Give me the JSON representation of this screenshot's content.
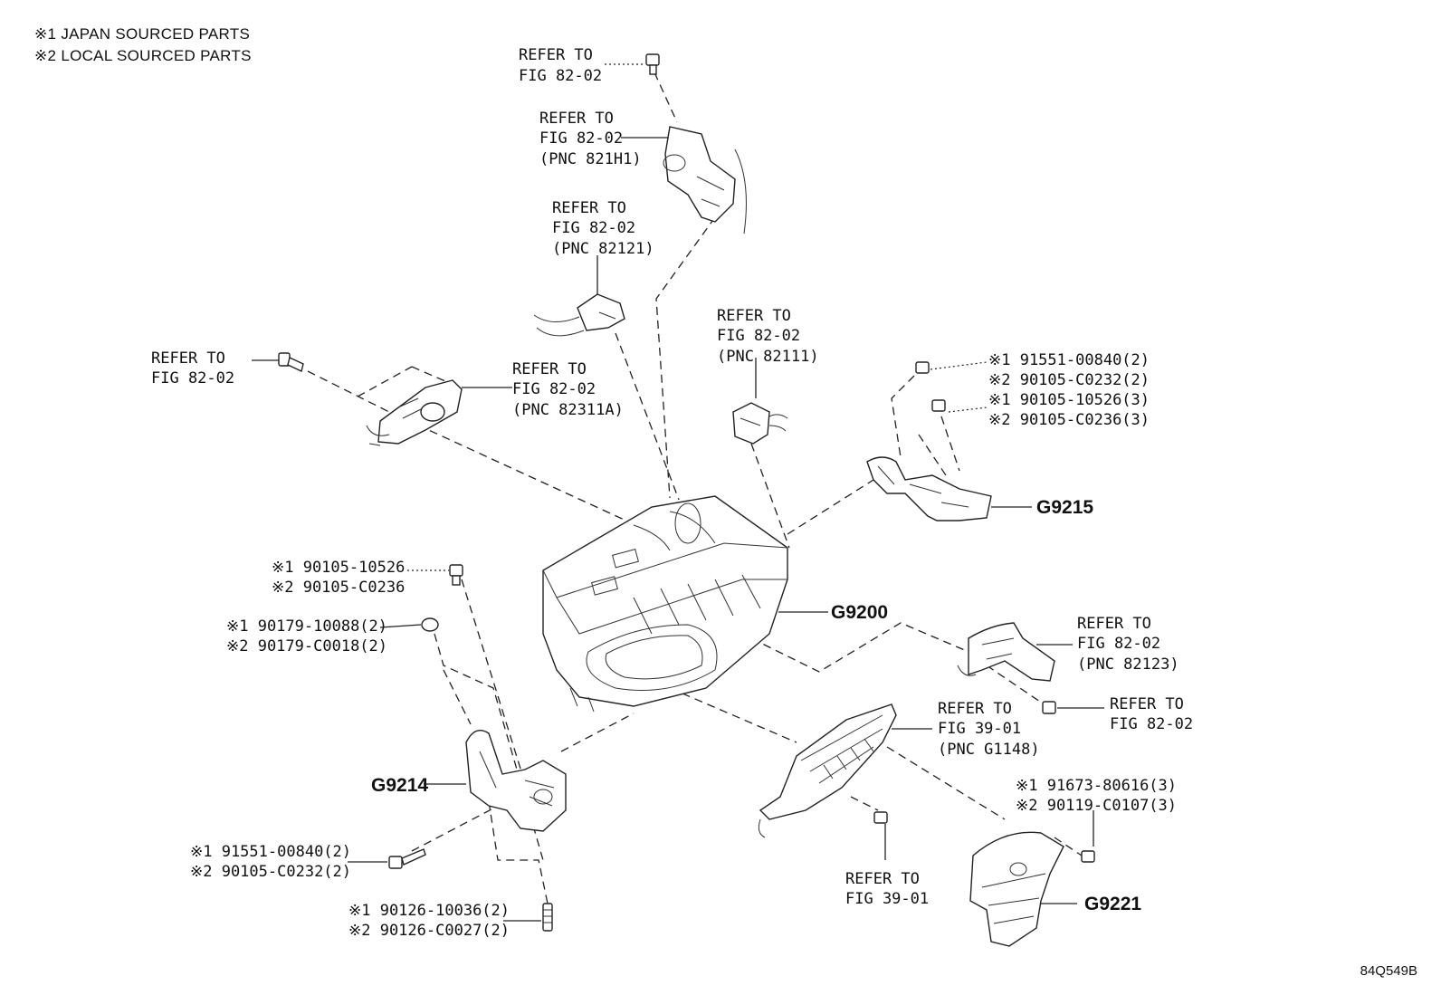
{
  "legend": [
    "※1 JAPAN SOURCED PARTS",
    "※2 LOCAL SOURCED PARTS"
  ],
  "figure_ref": "84Q549B",
  "callouts": {
    "refer_top_bolt": [
      "REFER TO",
      "FIG 82-02"
    ],
    "refer_821H1": [
      "REFER TO",
      "FIG 82-02",
      "(PNC 821H1)"
    ],
    "refer_82121": [
      "REFER TO",
      "FIG 82-02",
      "(PNC 82121)"
    ],
    "refer_82111": [
      "REFER TO",
      "FIG 82-02",
      "(PNC 82111)"
    ],
    "refer_left_bolt": [
      "REFER TO",
      "FIG 82-02"
    ],
    "refer_82311A": [
      "REFER TO",
      "FIG 82-02",
      "(PNC 82311A)"
    ],
    "bolts_g9215_a": [
      "※1 91551-00840(2)",
      "※2 90105-C0232(2)"
    ],
    "bolts_g9215_b": [
      "※1 90105-10526(3)",
      "※2 90105-C0236(3)"
    ],
    "bolt_left_top": [
      "※1 90105-10526",
      "※2 90105-C0236"
    ],
    "nut_left": [
      "※1 90179-10088(2)",
      "※2 90179-C0018(2)"
    ],
    "bolt_left_low": [
      "※1 91551-00840(2)",
      "※2 90105-C0232(2)"
    ],
    "stud_bottom": [
      "※1 90126-10036(2)",
      "※2 90126-C0027(2)"
    ],
    "refer_82123": [
      "REFER TO",
      "FIG 82-02",
      "(PNC 82123)"
    ],
    "refer_right_bolt": [
      "REFER TO",
      "FIG 82-02"
    ],
    "refer_G1148": [
      "REFER TO",
      "FIG 39-01",
      "(PNC G1148)"
    ],
    "refer_3901_bolt": [
      "REFER TO",
      "FIG 39-01"
    ],
    "bolts_g9221": [
      "※1 91673-80616(3)",
      "※2 90119-C0107(3)"
    ]
  },
  "part_codes": {
    "g9215": "G9215",
    "g9200": "G9200",
    "g9214": "G9214",
    "g9221": "G9221"
  }
}
